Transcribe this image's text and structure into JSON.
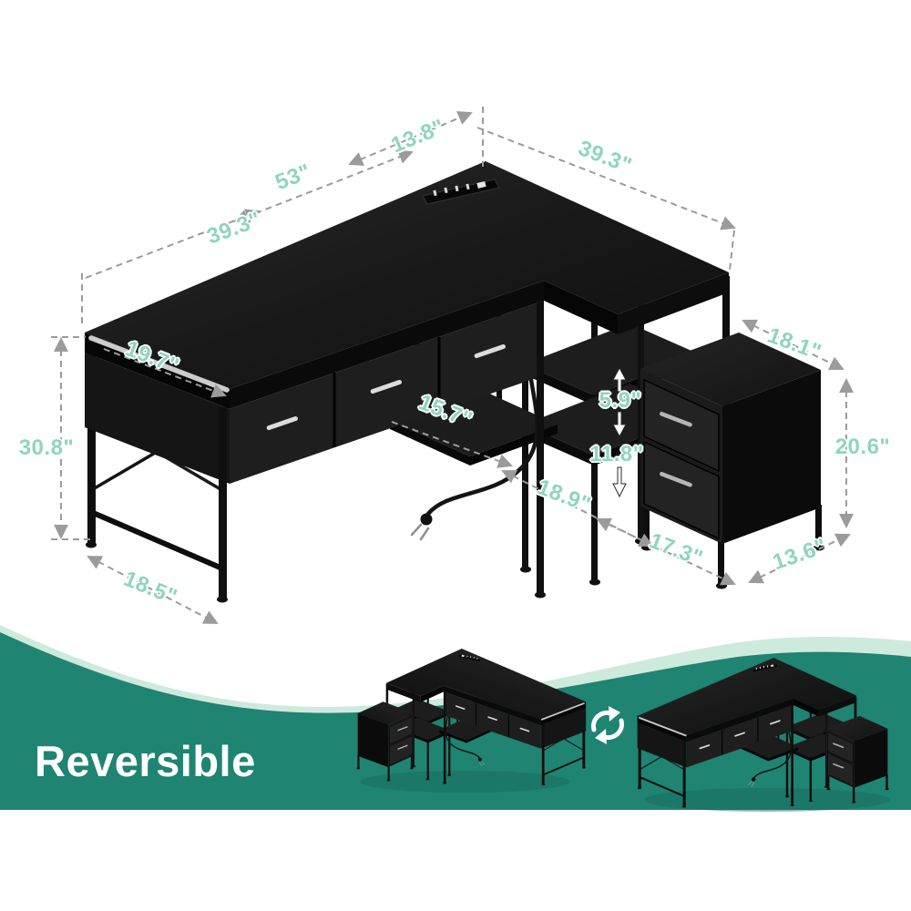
{
  "diagram": {
    "dimensions": {
      "corner_width": "13.8\"",
      "desk_total_length": "53\"",
      "desk_left_length": "39.3\"",
      "return_length": "39.3\"",
      "desk_depth": "19.7\"",
      "printer_shelf_width": "15.7\"",
      "desk_height": "30.8\"",
      "left_end_depth": "18.5\"",
      "shelf_gap_top": "5.9\"",
      "shelf_gap_bottom": "11.8\"",
      "shelf_floor_width": "18.9\"",
      "cabinet_front_span": "17.3\"",
      "cabinet_side_depth": "13.6\"",
      "cabinet_top_width": "18.1\"",
      "cabinet_height": "20.6\""
    }
  },
  "banner": {
    "title": "Reversible",
    "swap_icon": "swap-arrows-icon"
  },
  "colors": {
    "dimension_text": "#8ed5c1",
    "dimension_line": "#9b9b9b",
    "teal_band": "#1f8471",
    "teal_band_light": "#cdeadd",
    "reversible_text": "#ffffff",
    "desk_black": "#161616",
    "trim_silver": "#cccccc"
  }
}
